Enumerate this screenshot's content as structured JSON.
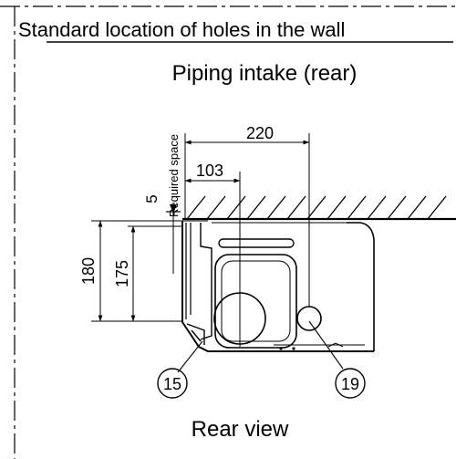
{
  "title": "Standard location of holes in the wall",
  "subtitle": "Piping intake (rear)",
  "caption": "Rear view",
  "dimensions": {
    "width_total": "220",
    "width_center": "103",
    "height_total": "180",
    "height_inner": "175",
    "clearance": "5",
    "required_space": "Required space"
  },
  "callouts": {
    "left_part": "15",
    "right_part": "19"
  }
}
